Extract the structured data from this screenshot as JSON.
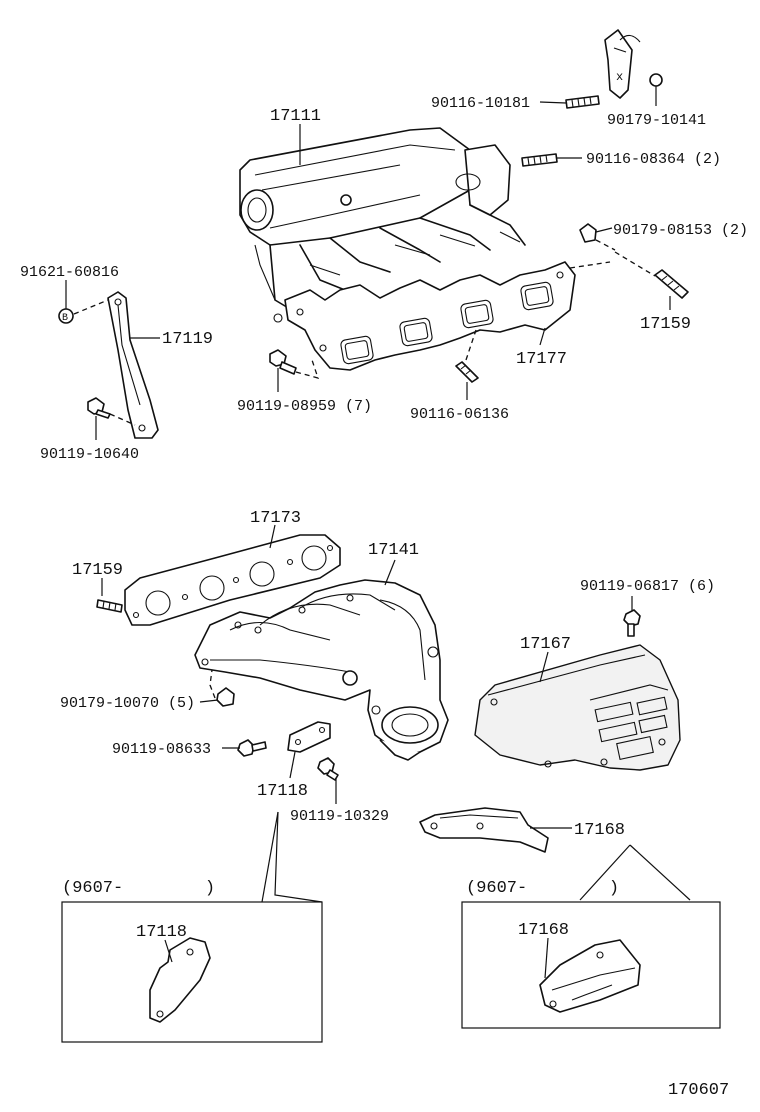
{
  "labels": {
    "p17111": "17111",
    "p90116_10181": "90116-10181",
    "p90179_10141": "90179-10141",
    "p90116_08364": "90116-08364 (2)",
    "p90179_08153": "90179-08153 (2)",
    "p91621_60816": "91621-60816",
    "p17119": "17119",
    "p17159_top": "17159",
    "p17177": "17177",
    "p90119_08959": "90119-08959 (7)",
    "p90116_06136": "90116-06136",
    "p90119_10640": "90119-10640",
    "p17173": "17173",
    "p17141": "17141",
    "p17159_mid": "17159",
    "p90119_06817": "90119-06817 (6)",
    "p17167": "17167",
    "p90179_10070": "90179-10070 (5)",
    "p90119_08633": "90119-08633",
    "p17118": "17118",
    "p90119_10329": "90119-10329",
    "p17168": "17168",
    "inset_left_range": "(9607-        )",
    "inset_left_part": "17118",
    "inset_right_range": "(9607-        )",
    "inset_right_part": "17168",
    "diagram_code": "170607",
    "bolt_marker": "B"
  }
}
